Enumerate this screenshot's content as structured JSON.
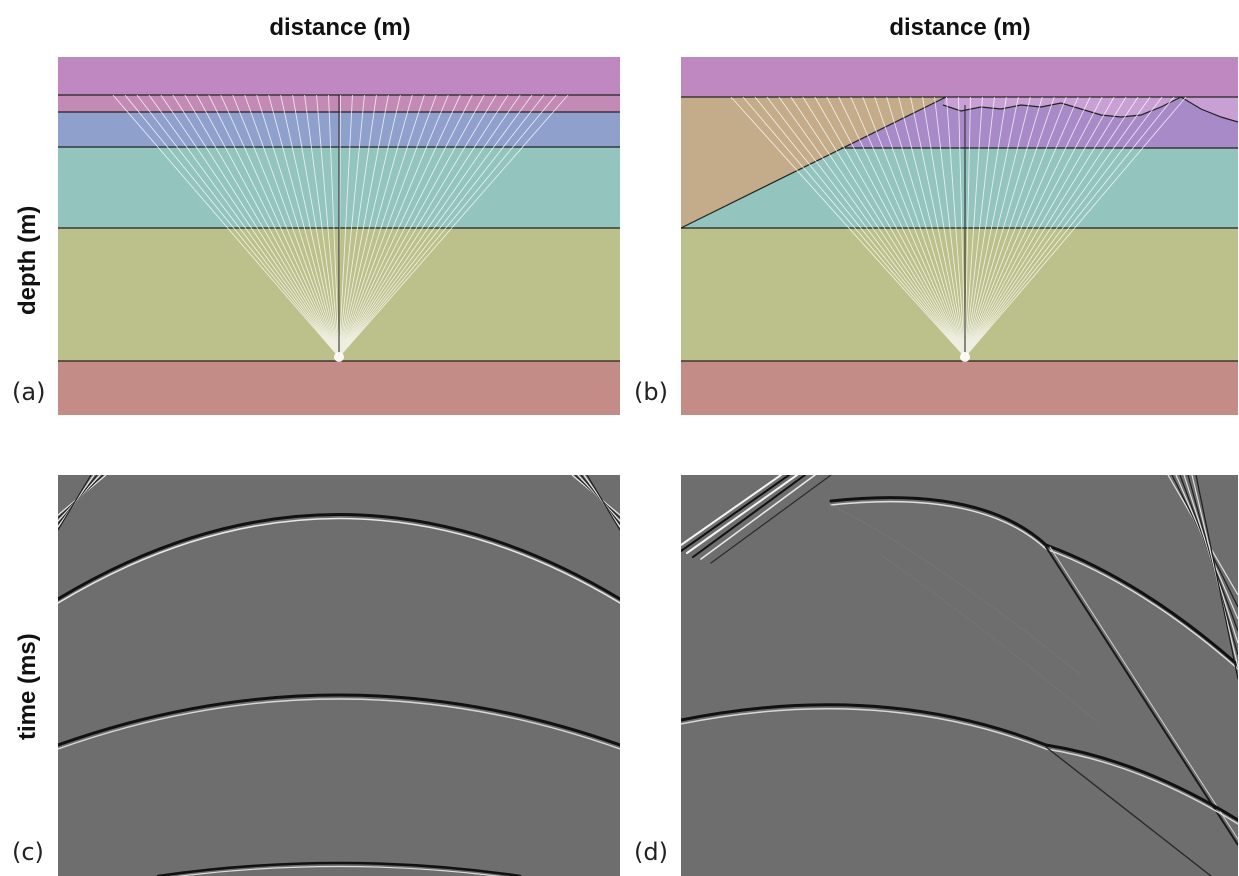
{
  "header": {
    "left_title": "distance (m)",
    "right_title": "distance (m)"
  },
  "axes": {
    "top_ylabel": "depth (m)",
    "bottom_ylabel": "time (ms)"
  },
  "panels": {
    "a": {
      "label": "(a)"
    },
    "b": {
      "label": "(b)"
    },
    "c": {
      "label": "(c)"
    },
    "d": {
      "label": "(d)"
    }
  },
  "colors": {
    "layer_top": "#c088c0",
    "layer_thin": "#c48ab6",
    "layer_blue": "#8fa0cc",
    "layer_teal": "#94c4be",
    "layer_olive": "#bcc08a",
    "layer_base": "#c48c86",
    "wedge": "#c4ac8a",
    "violet": "#a88ac8",
    "seismic_bg": "#6e6e6e",
    "ray": "#ffffff"
  }
}
